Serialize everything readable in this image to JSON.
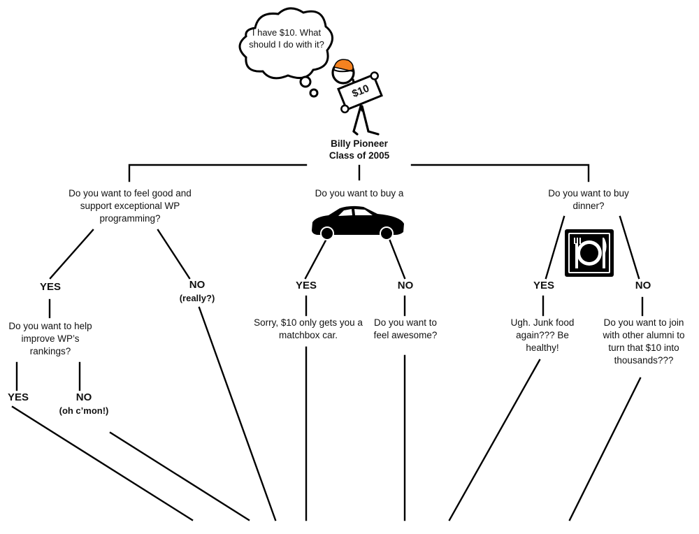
{
  "character": {
    "thought": "I have $10. What should I do with it?",
    "sign_text": "$10",
    "name_line1": "Billy Pioneer",
    "name_line2": "Class of 2005",
    "hat_color": "#f58220"
  },
  "branches": {
    "left": {
      "question": "Do you want to feel good and support exceptional WP programming?",
      "yes_label": "YES",
      "yes_question": "Do you want to help improve WP’s rankings?",
      "yes_yes_label": "YES",
      "yes_no_label": "NO",
      "yes_no_note": "(oh c’mon!)",
      "no_label": "NO",
      "no_note": "(really?)"
    },
    "middle": {
      "question": "Do you want to buy a",
      "yes_label": "YES",
      "yes_answer": "Sorry, $10 only gets you a matchbox car.",
      "no_label": "NO",
      "no_question": "Do you want to feel awesome?"
    },
    "right": {
      "question": "Do you want to buy dinner?",
      "yes_label": "YES",
      "yes_answer": "Ugh. Junk food again???  Be healthy!",
      "no_label": "NO",
      "no_question": "Do you want to join with other alumni to turn that $10 into thousands???"
    }
  },
  "icons": [
    "thought-cloud-icon",
    "stick-figure-icon",
    "car-icon",
    "dinner-plate-icon"
  ]
}
